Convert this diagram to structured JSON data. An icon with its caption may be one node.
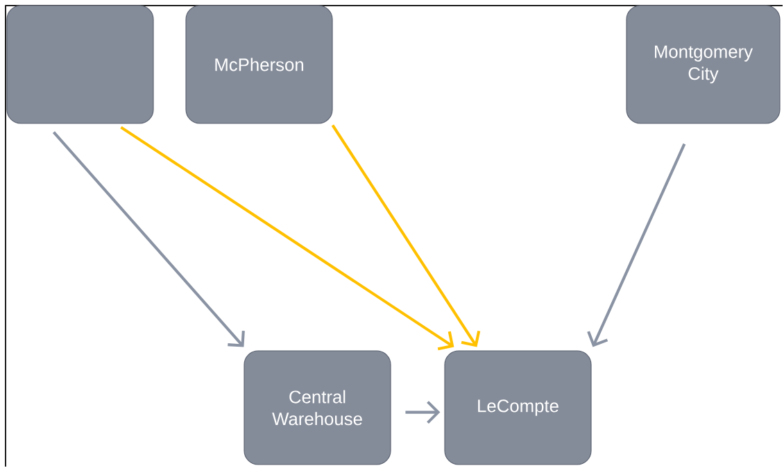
{
  "diagram": {
    "nodes": [
      {
        "text": [],
        "shape": "box"
      },
      {
        "text": [
          "McPherson"
        ]
      },
      {
        "text": [
          "Montgomery City"
        ]
      },
      {
        "text": [
          "Central Warehouse"
        ]
      },
      {
        "text": [
          "LeCompte"
        ]
      }
    ],
    "edges": [
      {
        "from": 0,
        "to": 3,
        "arrow": "to"
      },
      {
        "from": 0,
        "to": 4,
        "arrow": "to",
        "color": "#ffc000"
      },
      {
        "from": 1,
        "to": 4,
        "arrow": "to",
        "color": "#ffc000"
      },
      {
        "from": 2,
        "to": 4,
        "arrow": "to"
      },
      {
        "from": 3,
        "to": 4,
        "arrow": "to"
      }
    ]
  }
}
